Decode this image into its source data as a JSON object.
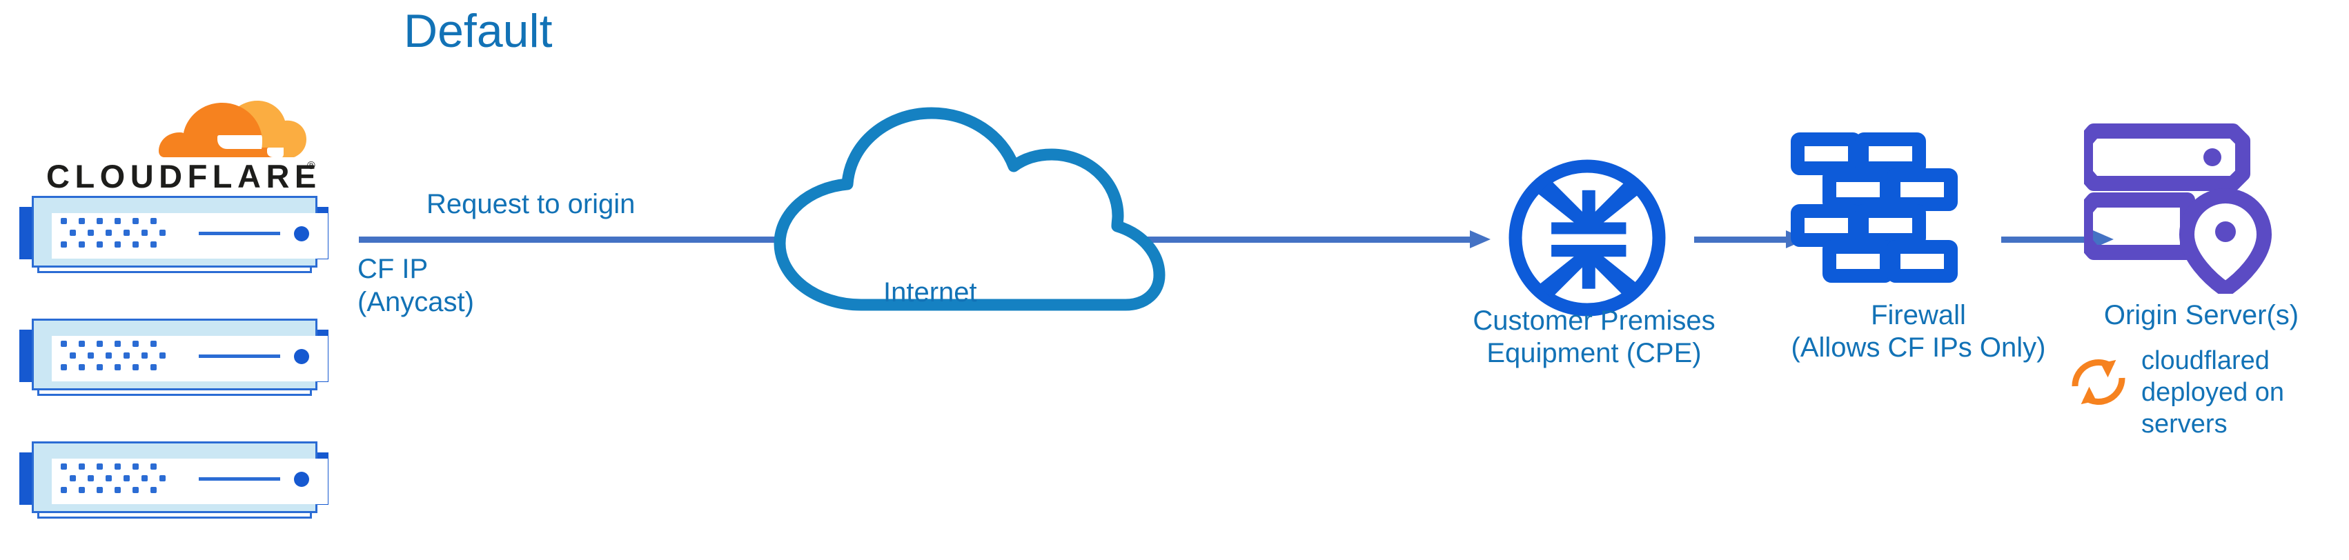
{
  "page": {
    "title": "Default",
    "background_color": "#ffffff"
  },
  "colors": {
    "title_blue": "#1272B6",
    "label_blue": "#1272B6",
    "arrow_blue": "#4472C4",
    "icon_blue": "#0D5BD9",
    "cloud_outline_blue": "#1581C2",
    "origin_purple": "#5B4BC4",
    "cloudflare_orange": "#F6821F",
    "cloudflare_orange_light": "#FBAD41",
    "wordmark_black": "#1D1D1B",
    "server_frame_fill": "#CBE7F4",
    "server_frame_stroke": "#2B6CD4",
    "server_tab": "#1659D0"
  },
  "brand": {
    "logo_name": "cloudflare-logo",
    "wordmark": "CLOUDFLARE",
    "registered_mark": "®",
    "cloud_icon_name": "cloudflare-cloud-icon"
  },
  "servers": {
    "count": 3,
    "icon_name": "cloudflare-edge-server-unit",
    "items": [
      {
        "name": "cloudflare-edge-server-1"
      },
      {
        "name": "cloudflare-edge-server-2"
      },
      {
        "name": "cloudflare-edge-server-3"
      }
    ]
  },
  "flow": {
    "request_label": "Request to origin",
    "cf_ip_line1": "CF IP",
    "cf_ip_line2": "(Anycast)",
    "arrows": [
      {
        "name": "arrow-cloudflare-to-cpe",
        "direction": "right"
      },
      {
        "name": "arrow-cpe-to-firewall",
        "direction": "right"
      },
      {
        "name": "arrow-firewall-to-origin",
        "direction": "right"
      }
    ]
  },
  "nodes": {
    "internet": {
      "label": "Internet",
      "icon_name": "cloud-icon"
    },
    "cpe": {
      "label_line1": "Customer Premises",
      "label_line2": "Equipment (CPE)",
      "icon_name": "router-icon"
    },
    "firewall": {
      "label_line1": "Firewall",
      "label_line2": "(Allows CF IPs Only)",
      "icon_name": "brick-wall-icon"
    },
    "origin": {
      "label": "Origin Server(s)",
      "icon_name": "server-location-pin-icon"
    }
  },
  "cloudflared": {
    "icon_name": "sync-arrows-icon",
    "line1": "cloudflared",
    "line2": "deployed on",
    "line3": "servers"
  }
}
